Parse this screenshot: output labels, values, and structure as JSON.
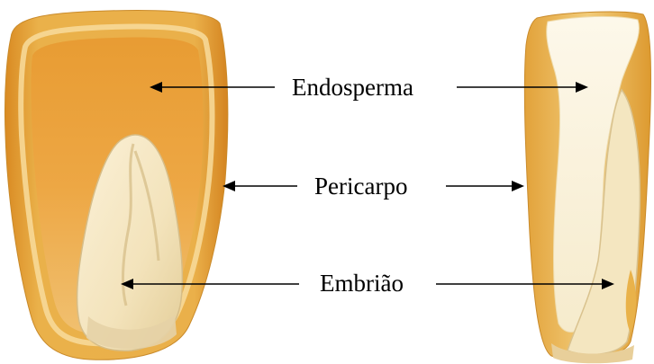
{
  "labels": {
    "endosperm": "Endosperma",
    "pericarp": "Pericarpo",
    "embryo": "Embrião"
  },
  "colors": {
    "pericarp_outer": "#e9a93a",
    "pericarp_rim": "#f6d68f",
    "endosperm_horny": "#e99f36",
    "endosperm_floury": "#fbf3dc",
    "embryo": "#f5e8c6",
    "embryo_shadow": "#d9c496",
    "arrow": "#000000"
  }
}
